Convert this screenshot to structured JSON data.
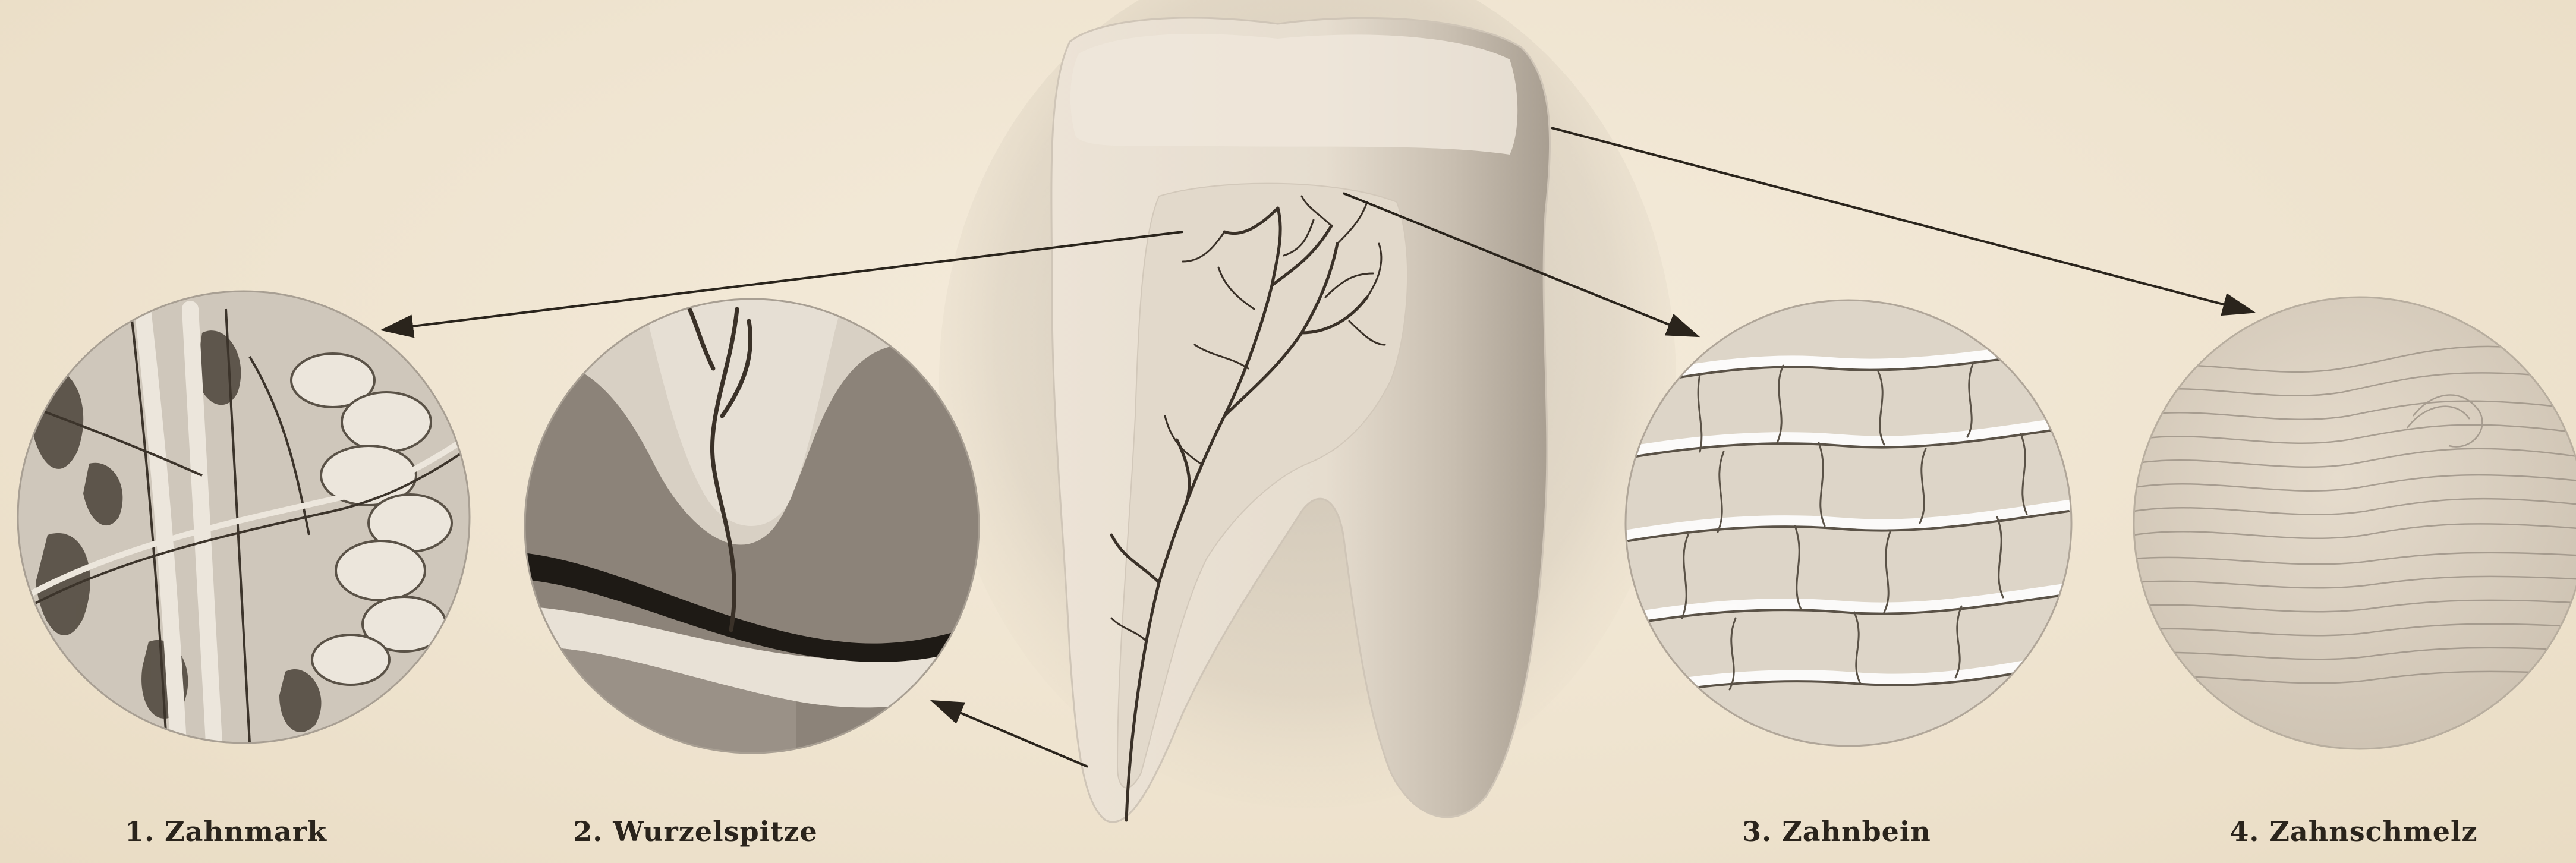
{
  "captions": {
    "pulp": "1. Zahnmark",
    "root_tip": "2. Wurzelspitze",
    "dentin": "3. Zahnbein",
    "enamel": "4. Zahnschmelz"
  },
  "colors": {
    "paper": "#f0e6d4",
    "ink": "#2a241c",
    "tooth": "#e8ded0",
    "shadow": "#8f8578"
  }
}
